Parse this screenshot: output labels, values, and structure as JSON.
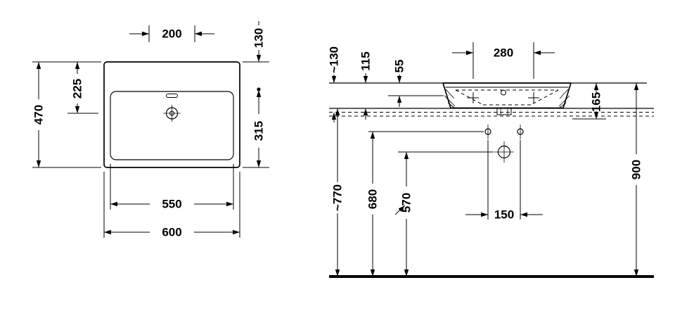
{
  "plan_view": {
    "faucet_platform_width": "200",
    "deck_depth": "130",
    "faucet_center_from_back": "225",
    "total_depth": "470",
    "bowl_depth": "315",
    "bowl_width": "550",
    "total_width": "600"
  },
  "elevation_view": {
    "rim_to_dashed_line": "~130",
    "rim_to_underside": "115",
    "rim_to_inner_edge": "55",
    "faucet_hole_spacing": "280",
    "ceramic_height": "165",
    "floor_to_underside": "~770",
    "floor_to_fixing_holes": "680",
    "floor_to_drain": "570",
    "fixing_hole_spacing": "150",
    "floor_to_rim": "900"
  }
}
